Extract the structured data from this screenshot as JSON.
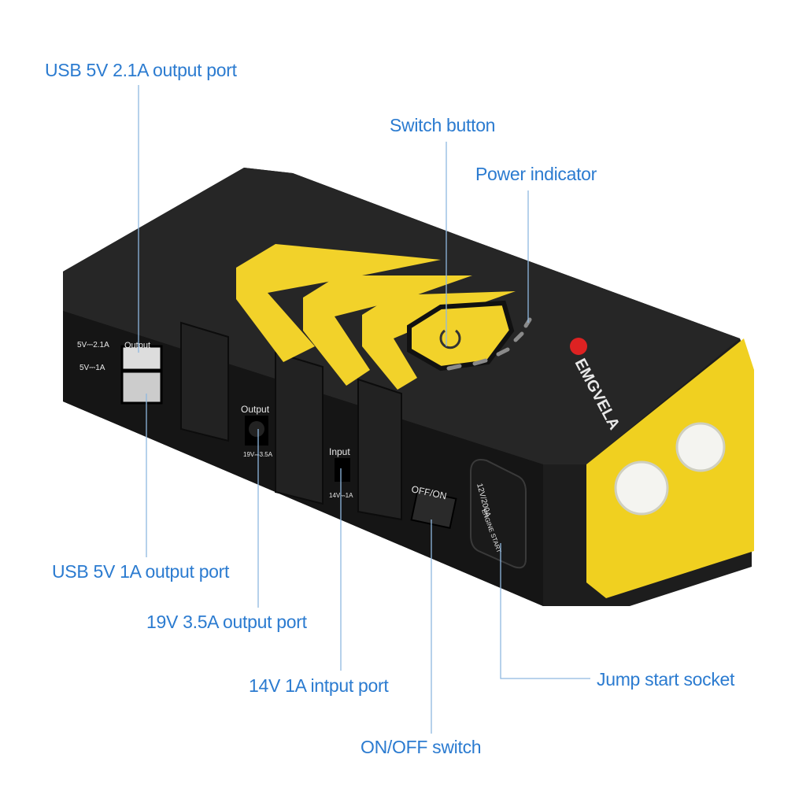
{
  "callouts": {
    "usb_21a": "USB 5V 2.1A output port",
    "switch_button": "Switch button",
    "power_indicator": "Power indicator",
    "usb_1a": "USB 5V 1A output port",
    "dc_19v": "19V 3.5A output port",
    "input_14v": "14V 1A intput port",
    "onoff_switch": "ON/OFF switch",
    "jump_start": "Jump start socket"
  },
  "device": {
    "brand": "EMGVELA",
    "usb_label_top": "5V⎓2.1A",
    "usb_label_bottom": "5V⎓1A",
    "usb_output": "Output",
    "dc_output": "Output",
    "dc_rating": "19V⎓3.5A",
    "input": "Input",
    "input_rating": "14V⎓1A",
    "switch_label": "OFF/ON",
    "socket_rating": "12V/200A",
    "socket_label": "ENGINE START"
  },
  "colors": {
    "label": "#2b7bd0",
    "leader": "#8fb8e0",
    "body": "#1c1c1c",
    "accent": "#f2d22a"
  }
}
